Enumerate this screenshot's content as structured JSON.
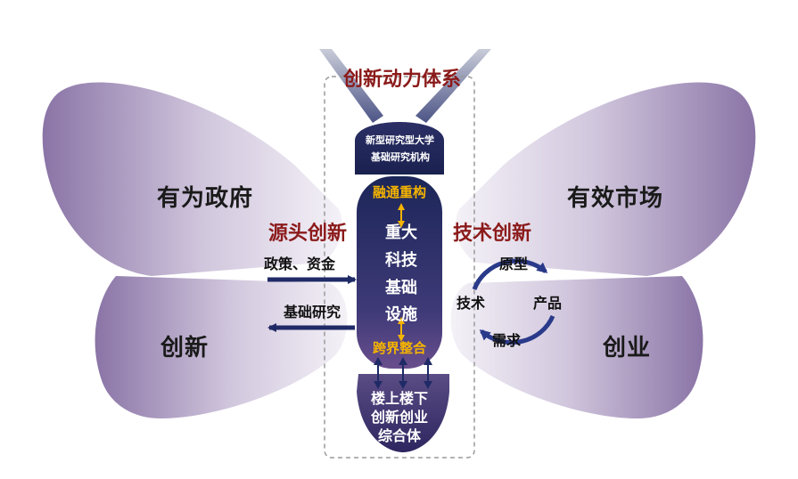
{
  "title": "创新动力体系",
  "head": {
    "line1": "新型研究型大学",
    "line2": "基础研究机构"
  },
  "top_gold": "融通重构",
  "core": [
    "重大",
    "科技",
    "基础",
    "设施"
  ],
  "bottom_gold": "跨界整合",
  "tail": [
    "楼上楼下",
    "创新创业",
    "综合体"
  ],
  "wings": {
    "upper_left": "有为政府",
    "lower_left": "创新",
    "upper_right": "有效市场",
    "lower_right": "创业"
  },
  "left_flow": {
    "heading": "源头创新",
    "in_label": "政策、资金",
    "out_label": "基础研究"
  },
  "right_cycle": {
    "heading": "技术创新",
    "nodes": [
      "原型",
      "产品",
      "需求",
      "技术"
    ]
  },
  "colors": {
    "wing": "#8f7aaa",
    "body_top": "#1f2a5e",
    "body_bottom": "#6a4e8c",
    "gold": "#f5b400",
    "red": "#8b1a1a"
  }
}
